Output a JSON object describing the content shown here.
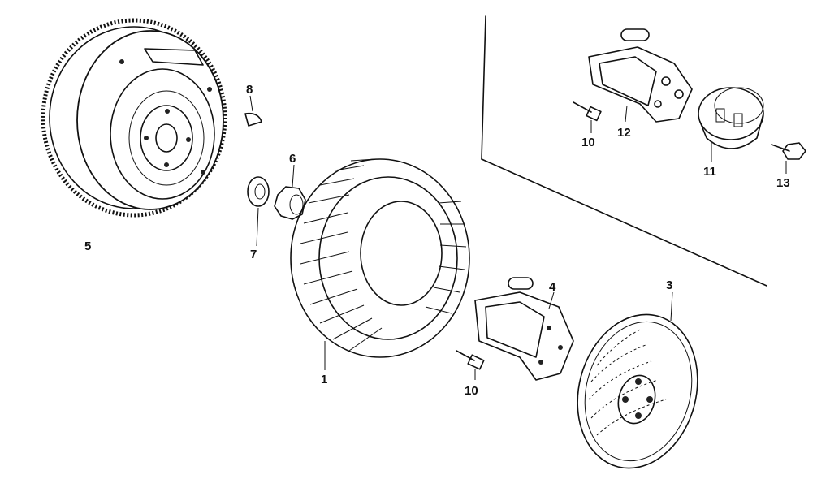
{
  "diagram": {
    "parts": [
      {
        "id": "flywheel",
        "label": "5"
      },
      {
        "id": "woodruff-key",
        "label": "8"
      },
      {
        "id": "nut",
        "label": "6"
      },
      {
        "id": "washer",
        "label": "7"
      },
      {
        "id": "cooling-fan",
        "label": "1"
      },
      {
        "id": "starter-pulley-a",
        "label": "4"
      },
      {
        "id": "bolt-a",
        "label": "10"
      },
      {
        "id": "fan-cover-disc",
        "label": "3"
      },
      {
        "id": "starter-pulley-b",
        "label": "12"
      },
      {
        "id": "bolt-b",
        "label": "10"
      },
      {
        "id": "pulley-cup",
        "label": "11"
      },
      {
        "id": "flange-bolt",
        "label": "13"
      }
    ]
  }
}
